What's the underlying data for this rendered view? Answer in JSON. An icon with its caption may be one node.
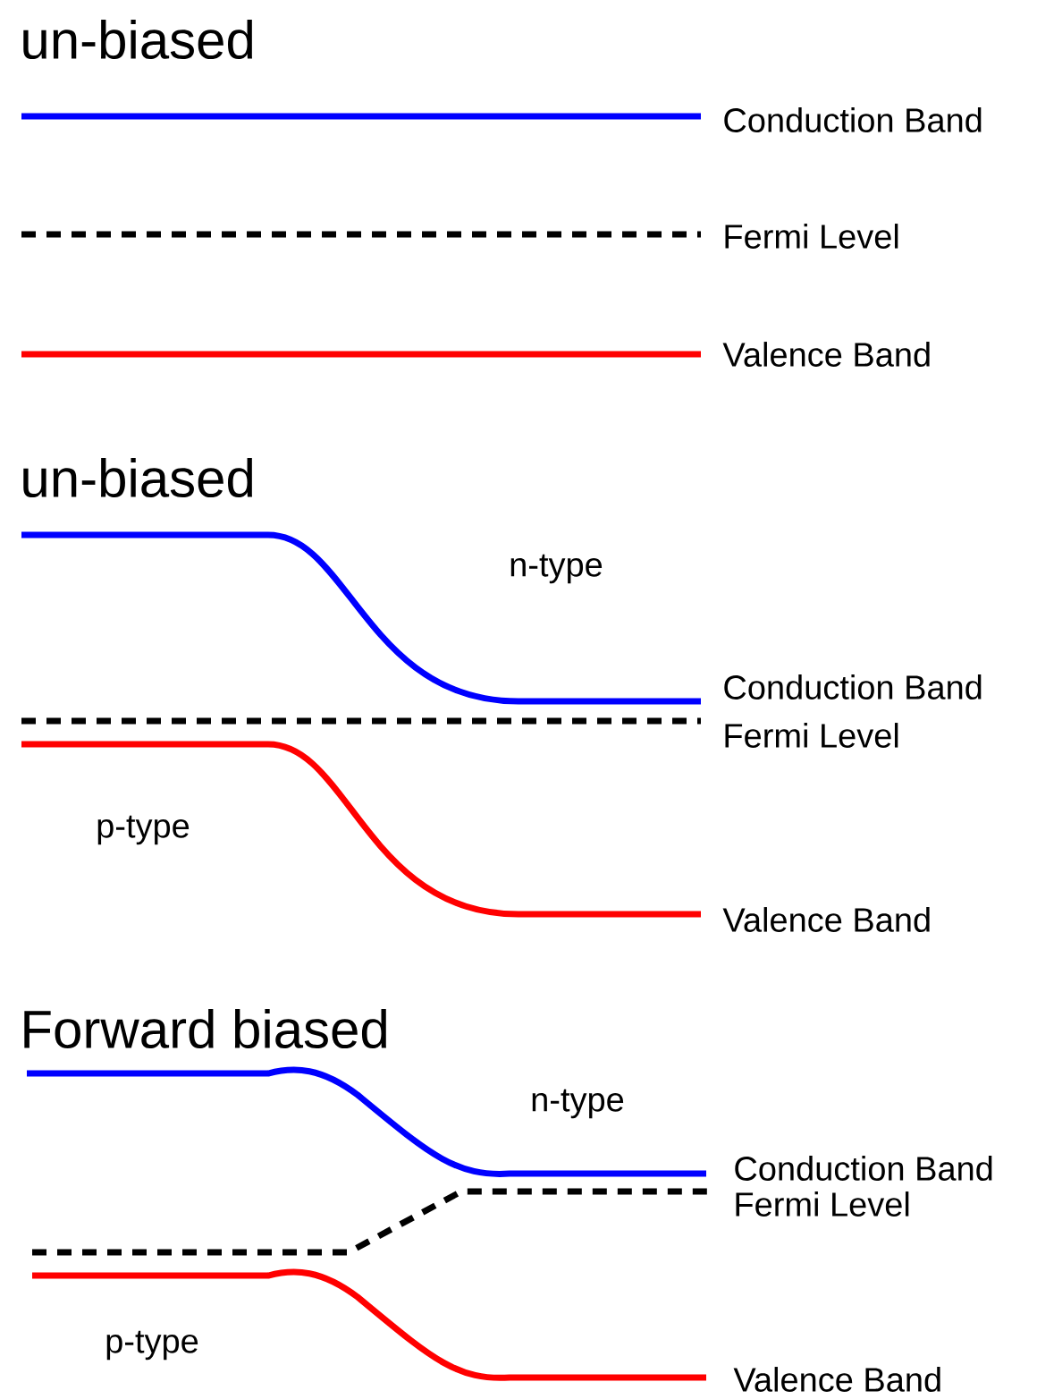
{
  "diagram": {
    "labels": [
      "un-biased",
      "Conduction Band",
      "Fermi Level",
      "Valence Band",
      "un-biased",
      "n-type",
      "Conduction Band",
      "Fermi Level",
      "p-type",
      "Valence Band",
      "Forward biased",
      "n-type",
      "Conduction Band",
      "Fermi Level",
      "p-type",
      "Valence Band"
    ]
  }
}
